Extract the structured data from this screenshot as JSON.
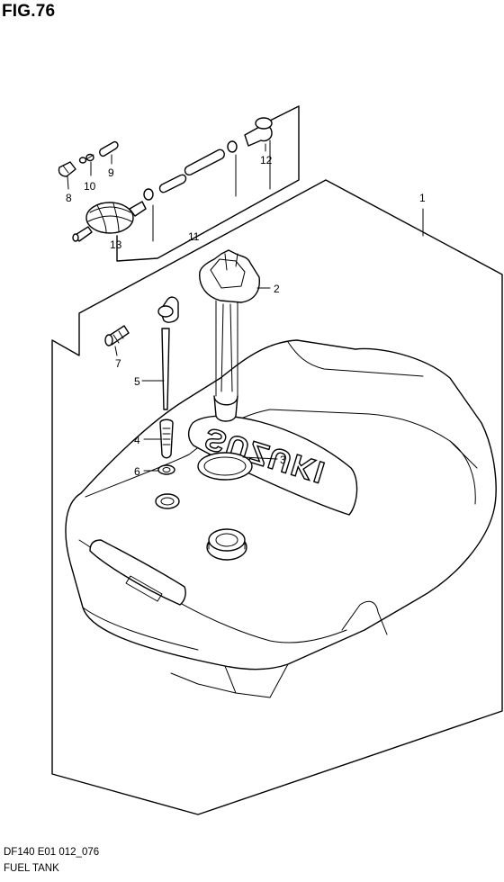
{
  "figure": {
    "title": "FIG.76",
    "model_code": "DF140 E01 012_076",
    "caption": "FUEL TANK",
    "brand_mark": "SUZUKI"
  },
  "callouts": [
    {
      "id": "1",
      "label": "1"
    },
    {
      "id": "2",
      "label": "2"
    },
    {
      "id": "3",
      "label": "3"
    },
    {
      "id": "4",
      "label": "4"
    },
    {
      "id": "5",
      "label": "5"
    },
    {
      "id": "6",
      "label": "6"
    },
    {
      "id": "7",
      "label": "7"
    },
    {
      "id": "8",
      "label": "8"
    },
    {
      "id": "9",
      "label": "9"
    },
    {
      "id": "10",
      "label": "10"
    },
    {
      "id": "11",
      "label": "11"
    },
    {
      "id": "12",
      "label": "12"
    },
    {
      "id": "13",
      "label": "13"
    }
  ]
}
